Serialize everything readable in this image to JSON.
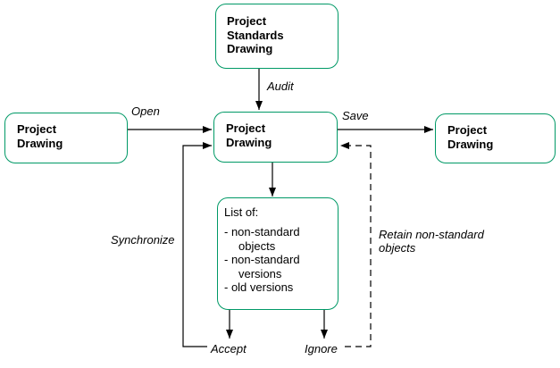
{
  "diagram": {
    "boxes": {
      "standards": {
        "label": "Project\nStandards\nDrawing"
      },
      "left": {
        "label": "Project\nDrawing"
      },
      "center": {
        "label": "Project\nDrawing"
      },
      "right": {
        "label": "Project\nDrawing"
      },
      "list": {
        "title": "List of:",
        "items": [
          "- non-standard",
          "objects",
          "- non-standard",
          "versions",
          "- old versions"
        ]
      }
    },
    "labels": {
      "audit": "Audit",
      "open": "Open",
      "save": "Save",
      "synchronize": "Synchronize",
      "retain": "Retain non-standard\nobjects",
      "accept": "Accept",
      "ignore": "Ignore"
    },
    "colors": {
      "box_border": "#009966",
      "connector": "#000000",
      "text": "#000000"
    }
  }
}
